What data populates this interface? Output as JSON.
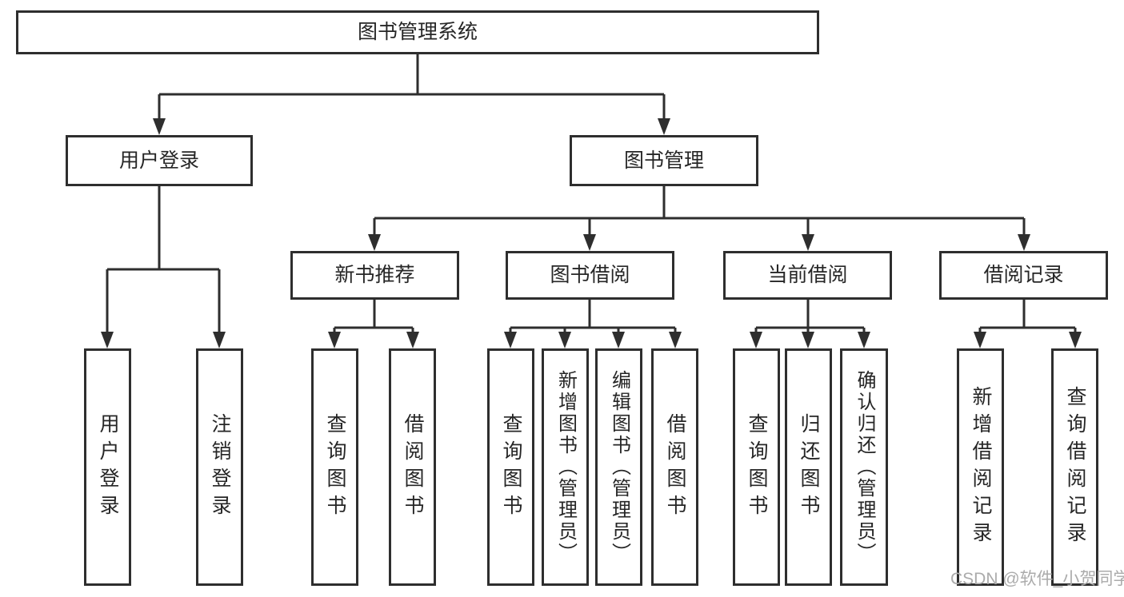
{
  "colors": {
    "line": "#2e2e2e",
    "box_border": "#2e2e2e",
    "text": "#262626",
    "watermark": "#ababab",
    "background": "#ffffff"
  },
  "tree": {
    "root": "图书管理系统",
    "login": {
      "label": "用户登录",
      "leaves": [
        "用户登录",
        "注销登录"
      ]
    },
    "management": {
      "label": "图书管理",
      "groups": [
        {
          "label": "新书推荐",
          "leaves": [
            "查询图书",
            "借阅图书"
          ]
        },
        {
          "label": "图书借阅",
          "leaves": [
            "查询图书",
            "新增图书（管理员）",
            "编辑图书（管理员）",
            "借阅图书"
          ]
        },
        {
          "label": "当前借阅",
          "leaves": [
            "查询图书",
            "归还图书",
            "确认归还（管理员）"
          ]
        },
        {
          "label": "借阅记录",
          "leaves": [
            "新增借阅记录",
            "查询借阅记录"
          ]
        }
      ]
    }
  },
  "watermark": "CSDN @软件_小贺同学"
}
